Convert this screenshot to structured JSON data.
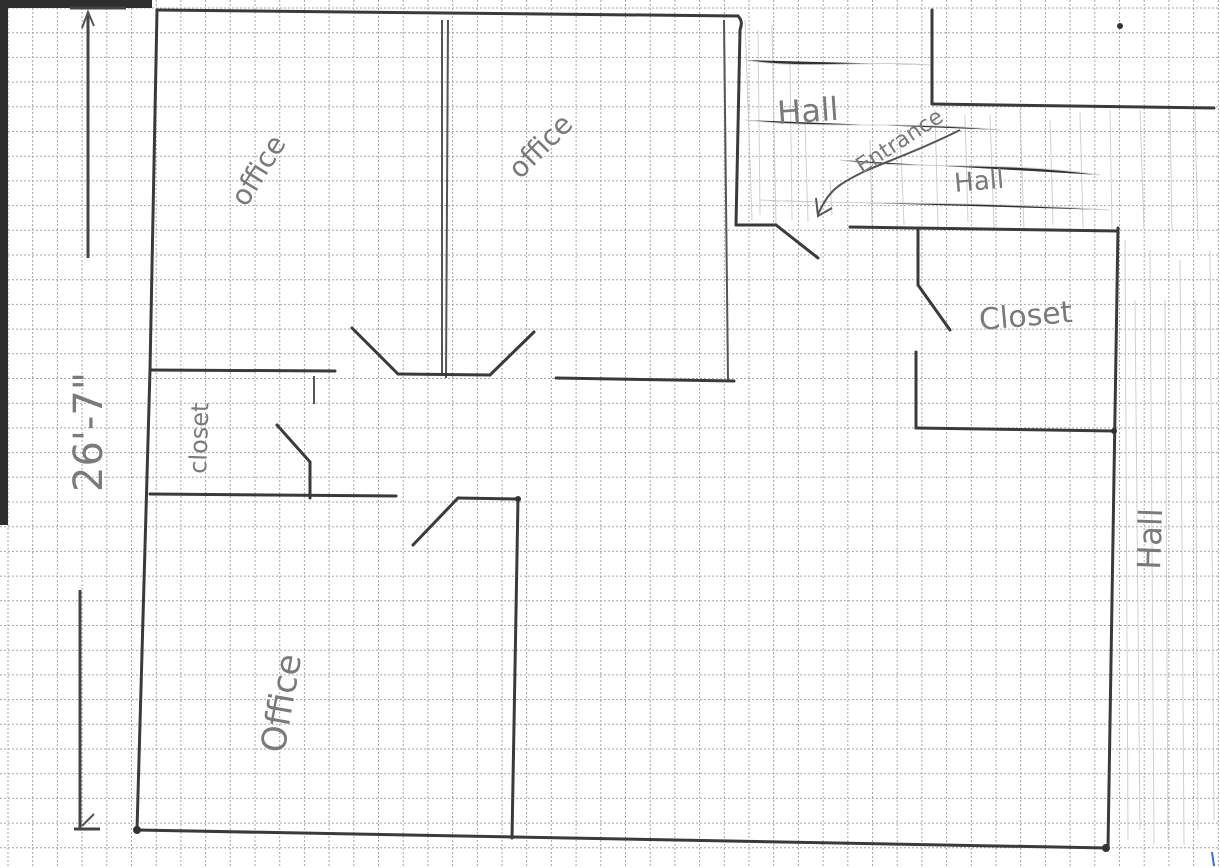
{
  "drawing": {
    "title": "",
    "dimension_label": "26'-7\"",
    "labels": {
      "office_top_left": "office",
      "office_top_middle": "office",
      "office_bottom": "Office",
      "closet_left": "closet",
      "closet_right": "Closet",
      "hall_top": "Hall",
      "hall_middle": "Hall",
      "hall_right": "Hall",
      "entrance": "Entrance"
    }
  },
  "colors": {
    "paper": "#ffffff",
    "grid": "#9a9a9a",
    "wall": "#3a3a3a",
    "pencil_text": "#7a7a7a",
    "shading": "#c8c8c8"
  }
}
